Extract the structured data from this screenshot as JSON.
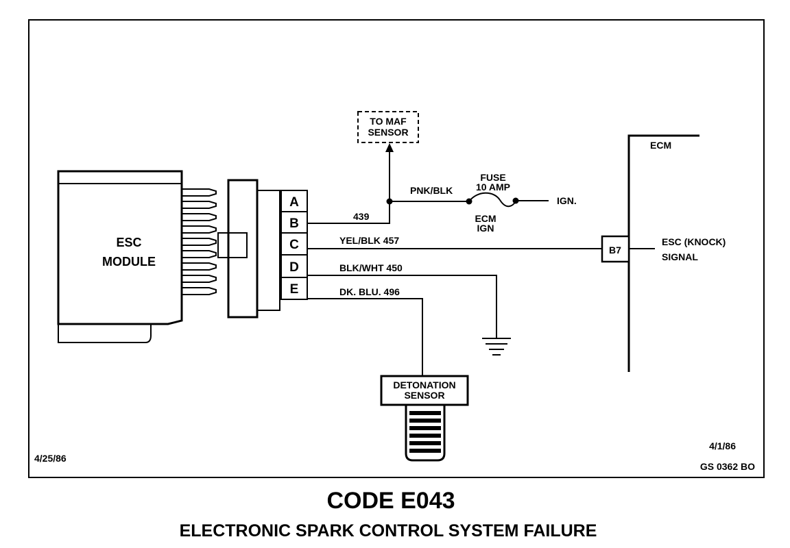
{
  "module": {
    "line1": "ESC",
    "line2": "MODULE"
  },
  "connector_pins": [
    "A",
    "B",
    "C",
    "D",
    "E"
  ],
  "maf": {
    "line1": "TO MAF",
    "line2": "SENSOR"
  },
  "wires": {
    "b": "439",
    "pnk": "PNK/BLK",
    "c": "YEL/BLK  457",
    "d": "BLK/WHT  450",
    "e": "DK. BLU.  496"
  },
  "fuse": {
    "line1": "FUSE",
    "line2": "10 AMP"
  },
  "ecm_ign": {
    "line1": "ECM",
    "line2": "IGN"
  },
  "ign": "IGN.",
  "ecm": {
    "label": "ECM",
    "pin": "B7",
    "signal_line1": "ESC (KNOCK)",
    "signal_line2": "SIGNAL"
  },
  "sensor": {
    "line1": "DETONATION",
    "line2": "SENSOR"
  },
  "dates": {
    "left": "4/25/86",
    "right": "4/1/86"
  },
  "ref": "GS 0362 BO",
  "caption": {
    "code": "CODE E043",
    "title": "ELECTRONIC SPARK CONTROL SYSTEM FAILURE"
  }
}
